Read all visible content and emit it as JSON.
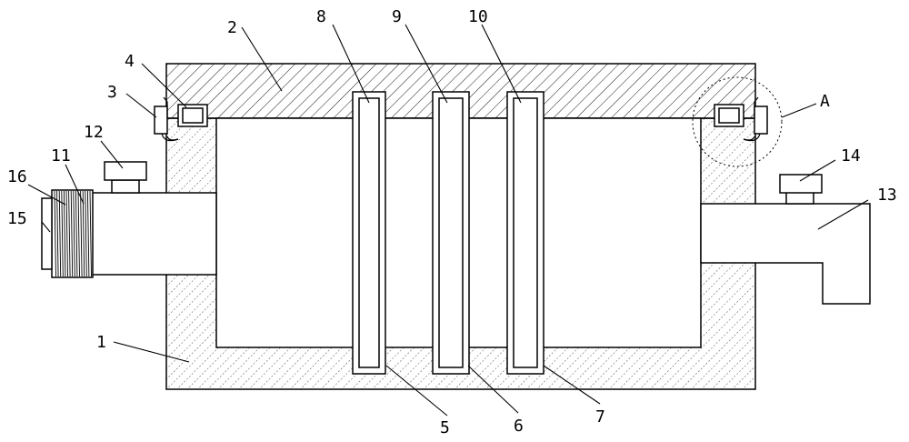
{
  "colors": {
    "line": "#000000",
    "background": "#ffffff"
  },
  "callouts": {
    "c1": "1",
    "c2": "2",
    "c3": "3",
    "c4": "4",
    "c5": "5",
    "c6": "6",
    "c7": "7",
    "c8": "8",
    "c9": "9",
    "c10": "10",
    "c11": "11",
    "c12": "12",
    "c13": "13",
    "c14": "14",
    "c15": "15",
    "c16": "16",
    "detail_a": "A"
  }
}
